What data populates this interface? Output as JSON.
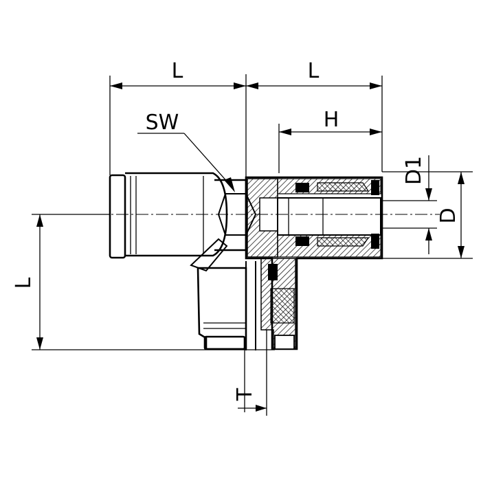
{
  "labels": {
    "top_left_length": "L",
    "top_right_length": "L",
    "wrench_size": "SW",
    "height": "H",
    "inner_diameter": "D1",
    "outer_diameter": "D",
    "vertical_length": "L",
    "thread_length": "T"
  },
  "colors": {
    "ink": "#000000",
    "background": "#ffffff"
  }
}
